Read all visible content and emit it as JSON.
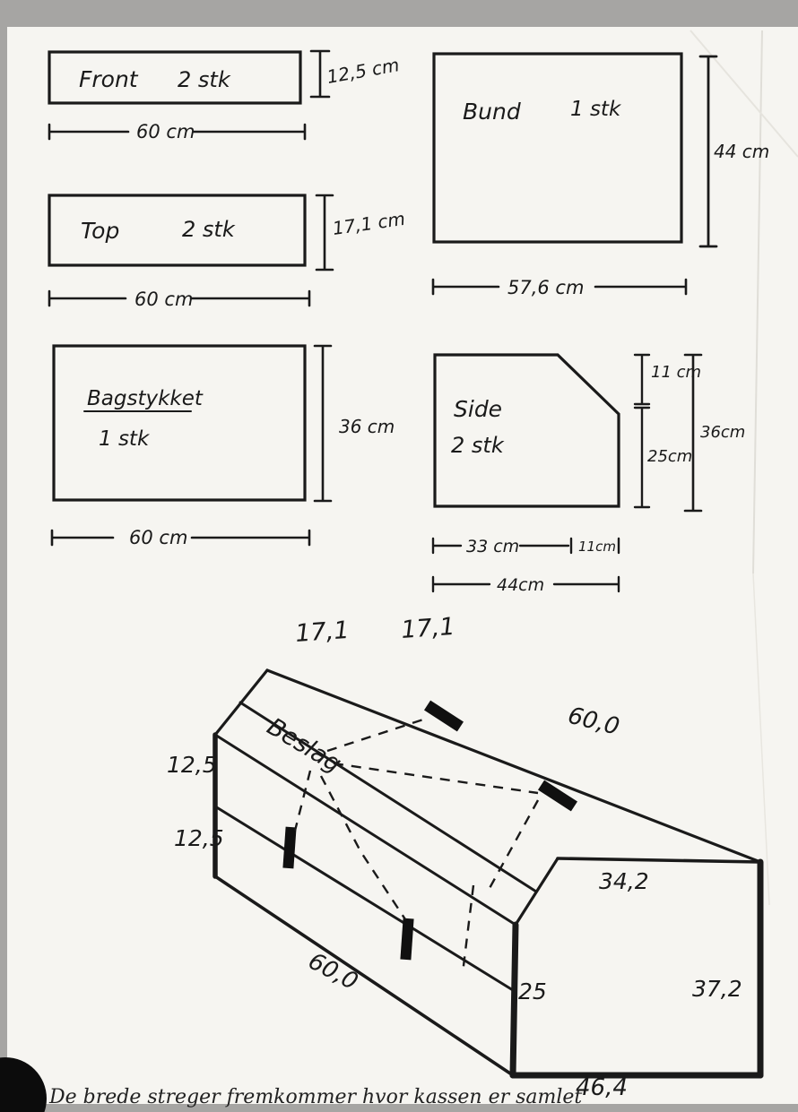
{
  "doc": {
    "caption": "De brede streger fremkommer hvor kassen er samlet"
  },
  "front": {
    "label": "Front",
    "qty": "2 stk",
    "dim_h": "12,5 cm",
    "dim_w": "60 cm"
  },
  "top": {
    "label": "Top",
    "qty": "2 stk",
    "dim_h": "17,1 cm",
    "dim_w": "60 cm"
  },
  "bagstykket": {
    "label": "Bagstykket",
    "qty": "1 stk",
    "dim_h": "36 cm",
    "dim_w": "60 cm"
  },
  "bund": {
    "label": "Bund",
    "qty": "1 stk",
    "dim_h": "44 cm",
    "dim_w": "57,6 cm"
  },
  "side": {
    "label": "Side",
    "qty": "2 stk",
    "dim_chamfer": "11 cm",
    "dim_front": "25cm",
    "dim_h": "36cm",
    "dim_w1": "33 cm",
    "dim_w2": "11cm",
    "dim_w": "44cm"
  },
  "assembly": {
    "beslag": "Beslag",
    "top1": "17,1",
    "top2": "17,1",
    "len_top": "60,0",
    "len_bottom": "60,0",
    "front1": "12,5",
    "front2": "12,5",
    "end_top": "34,2",
    "end_front": "25",
    "end_back": "37,2",
    "end_bottom": "46,4"
  },
  "colors": {
    "ink": "#1a1a1a",
    "paper": "#f6f5f1",
    "scan_border": "#a6a5a3"
  }
}
